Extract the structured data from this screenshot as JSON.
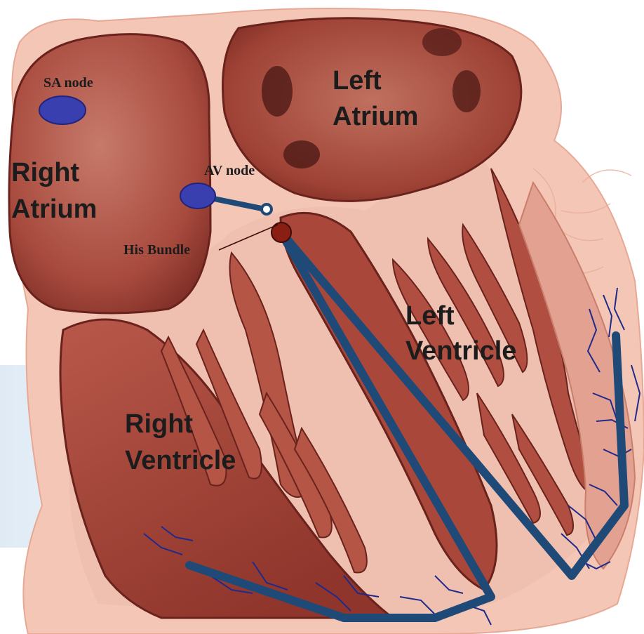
{
  "labels": {
    "sa_node": "SA node",
    "av_node": "AV node",
    "his_bundle": "His Bundle",
    "right_atrium_1": "Right",
    "right_atrium_2": "Atrium",
    "left_atrium_1": "Left",
    "left_atrium_2": "Atrium",
    "left_ventricle_1": "Left",
    "left_ventricle_2": "Ventricle",
    "right_ventricle_1": "Right",
    "right_ventricle_2": "Ventricle"
  },
  "colors": {
    "conduction_path": "#1f4a78",
    "node_fill": "#3a3fb0",
    "his_bundle_fill": "#8a1e12",
    "muscle_dark": "#9c3b30",
    "muscle_mid": "#c26a5a",
    "tissue_light": "#f3c4b5",
    "background_blue": "#cfe0ef"
  }
}
